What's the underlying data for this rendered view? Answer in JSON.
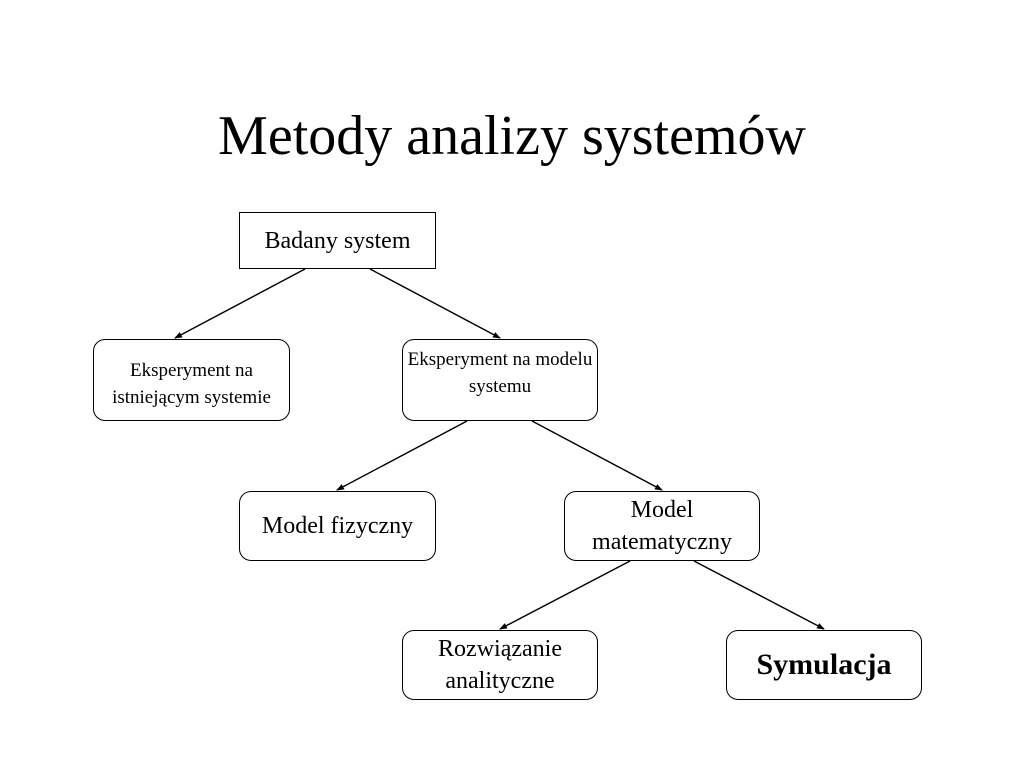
{
  "title": "Metody analizy systemów",
  "nodes": {
    "root": "Badany system",
    "existing": "Eksperyment na istniejącym systemie",
    "model_experiment": "Eksperyment na modelu systemu",
    "physical_model": "Model fizyczny",
    "math_model": "Model matematyczny",
    "analytic": "Rozwiązanie analityczne",
    "simulation": "Symulacja"
  },
  "edges": [
    {
      "from": "root",
      "to": "existing"
    },
    {
      "from": "root",
      "to": "model_experiment"
    },
    {
      "from": "model_experiment",
      "to": "physical_model"
    },
    {
      "from": "model_experiment",
      "to": "math_model"
    },
    {
      "from": "math_model",
      "to": "analytic"
    },
    {
      "from": "math_model",
      "to": "simulation"
    }
  ],
  "colors": {
    "line": "#000000",
    "background": "#ffffff"
  }
}
